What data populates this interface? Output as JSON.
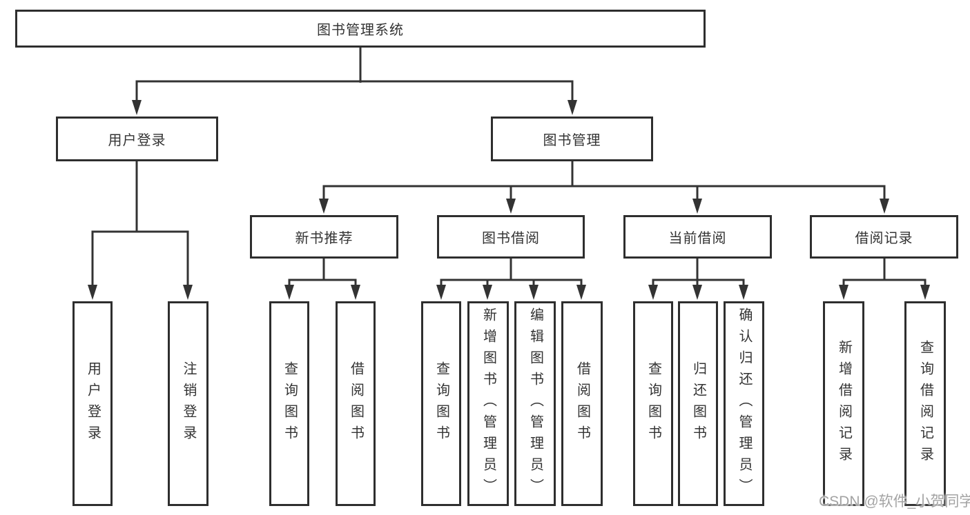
{
  "tree": {
    "label": "图书管理系统",
    "children": [
      {
        "label": "用户登录",
        "children": [
          {
            "label": "用户登录"
          },
          {
            "label": "注销登录"
          }
        ]
      },
      {
        "label": "图书管理",
        "children": [
          {
            "label": "新书推荐",
            "children": [
              {
                "label": "查询图书"
              },
              {
                "label": "借阅图书"
              }
            ]
          },
          {
            "label": "图书借阅",
            "children": [
              {
                "label": "查询图书"
              },
              {
                "label": "新增图书（管理员）"
              },
              {
                "label": "编辑图书（管理员）"
              },
              {
                "label": "借阅图书"
              }
            ]
          },
          {
            "label": "当前借阅",
            "children": [
              {
                "label": "查询图书"
              },
              {
                "label": "归还图书"
              },
              {
                "label": "确认归还（管理员）"
              }
            ]
          },
          {
            "label": "借阅记录",
            "children": [
              {
                "label": "新增借阅记录"
              },
              {
                "label": "查询借阅记录"
              }
            ]
          }
        ]
      }
    ]
  },
  "watermark": {
    "text": "CSDN @软件_小贺同学"
  },
  "colors": {
    "background": "#ffffff",
    "box_fill": "#ffffff",
    "box_border": "#2e2e2e",
    "line": "#333333",
    "text": "#333333",
    "watermark": "#a3a3a3"
  }
}
